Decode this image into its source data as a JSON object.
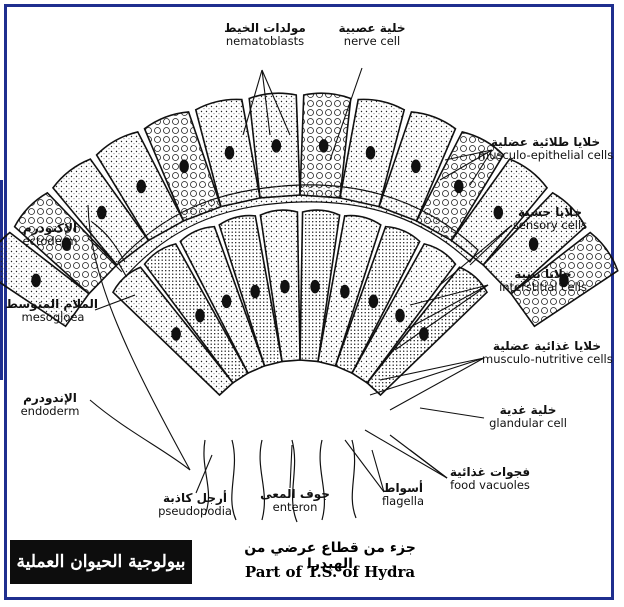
{
  "labels": {
    "nematoblasts": {
      "ar": "مولدات الخيط",
      "en": "nematoblasts"
    },
    "nerve_cell": {
      "ar": "خلية عصبية",
      "en": "nerve cell"
    },
    "musculo_epithelial": {
      "ar": "خلايا طلائية عضلية",
      "en": "musculo-epithelial cells"
    },
    "sensory": {
      "ar": "خلايا حسية",
      "en": "sensory cells"
    },
    "interstitial": {
      "ar": "خلايا بينية",
      "en": "interstitial cells"
    },
    "musculo_nutritive": {
      "ar": "خلايا غذائية عضلية",
      "en": "musculo-nutritive cells"
    },
    "glandular": {
      "ar": "خلية غدية",
      "en": "glandular cell"
    },
    "food_vacuoles": {
      "ar": "فجوات غذائية",
      "en": "food vacuoles"
    },
    "flagella": {
      "ar": "أسواط",
      "en": "flagella"
    },
    "enteron": {
      "ar": "جوف المعى",
      "en": "enteron"
    },
    "pseudopodia": {
      "ar": "أرجل كاذبة",
      "en": "pseudopodia"
    },
    "ectoderm": {
      "ar": "الإكتودرم",
      "en": "ectoderm"
    },
    "mesogloea": {
      "ar": "الملام المتوسط",
      "en": "mesogloea"
    },
    "endoderm": {
      "ar": "الإندودرم",
      "en": "endoderm"
    }
  },
  "caption": {
    "ar": "جزء من قطاع عرضي من الهيدرا",
    "en": "Part of T.S. of Hydra"
  },
  "badge": "بيولوجية الحيوان العملية",
  "colors": {
    "frame": "#1f2f8f",
    "ink": "#111111",
    "badge_bg": "#0d0d0d"
  }
}
